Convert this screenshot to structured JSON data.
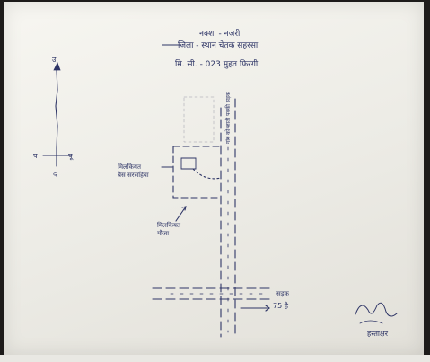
{
  "header": {
    "line1": "नक्शा - नजरी",
    "line2": "जिला - स्थान चेतक सहरसा",
    "line3": "मि. सी. - 023 मुहत फिरंगी"
  },
  "compass": {
    "north": "उ",
    "east": "पू",
    "west": "प",
    "south": "द"
  },
  "labels": {
    "house_a": "मिलकियत\nबैस सरसहिया",
    "house_b": "मिलकियत\nमौजा",
    "road_side": "गांव को जाती पक्की सड़क",
    "road_bottom": "सड़क",
    "distance": "75 है"
  },
  "signature": {
    "name": "हस्ताक्षर"
  },
  "colors": {
    "ink": "#2e3566",
    "paper": "#f2f1ec",
    "background": "#1d1b1a"
  }
}
